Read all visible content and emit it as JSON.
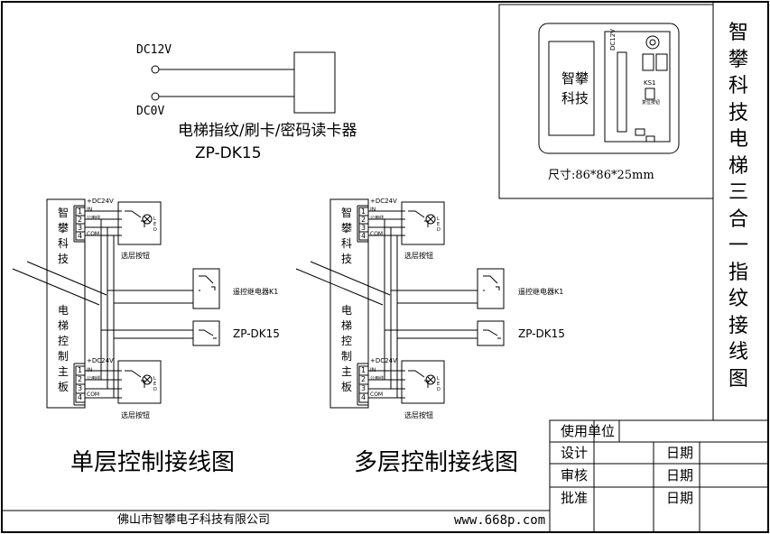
{
  "title_block": {
    "vertical_title": "智攀科技电梯三合一指纹接线图",
    "rows": [
      {
        "label": "使用单位",
        "value": ""
      },
      {
        "label": "设计",
        "date_label": "日期"
      },
      {
        "label": "审核",
        "date_label": "日期"
      },
      {
        "label": "批准",
        "date_label": "日期"
      }
    ]
  },
  "reader": {
    "dc12v": "DC12V",
    "dc0v": "DC0V",
    "caption": "电梯指纹/刷卡/密码读卡器",
    "model": "ZP-DK15"
  },
  "device_panel": {
    "brand": "智攀科技",
    "size": "尺寸:86*86*25mm",
    "terminal_label": "DC12V",
    "switch_label": "KS1",
    "switch_caption": "复位按钮"
  },
  "board": {
    "vertical_top": "智攀科技",
    "vertical_bottom": "电梯控制主板",
    "dc24v": "+DC24V",
    "pins": [
      "1",
      "2",
      "3",
      "4"
    ],
    "in": "IN",
    "common": "公用线",
    "com": "COM",
    "led": "LED",
    "floor_button": "选层按钮",
    "relay": "遥控继电器K1",
    "model": "ZP-DK15"
  },
  "captions": {
    "single": "单层控制接线图",
    "multi": "多层控制接线图"
  },
  "footer": {
    "company": "佛山市智攀电子科技有限公司",
    "website": "www.668p.com"
  }
}
